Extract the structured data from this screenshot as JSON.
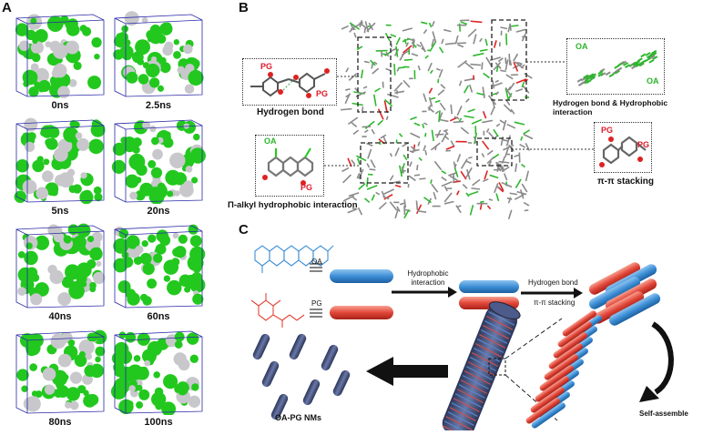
{
  "panels": {
    "a": "A",
    "b": "B",
    "c": "C"
  },
  "panel_a": {
    "times": [
      "0ns",
      "2.5ns",
      "5ns",
      "20ns",
      "40ns",
      "60ns",
      "80ns",
      "100ns"
    ],
    "colors": {
      "oa": "#22c81e",
      "pg": "#c8c8cc",
      "box": "#2a2aa8"
    }
  },
  "panel_b": {
    "hbond": {
      "caption": "Hydrogen bond",
      "pg": "PG"
    },
    "hbond_hydrophobic": {
      "caption": "Hydrogen bond & Hydrophobic interaction",
      "oa": "OA"
    },
    "pi_alkyl": {
      "caption": "Π-alkyl hydrophobic interaction",
      "oa": "OA",
      "pg": "PG"
    },
    "pi_pi": {
      "caption": "π-π stacking",
      "pg": "PG"
    }
  },
  "panel_c": {
    "oa_label": "OA",
    "pg_label": "PG",
    "step1": "Hydrophobic interaction",
    "step2a": "Hydrogen bond",
    "step2b": "π-π stacking",
    "self_assemble": "Self-assemble",
    "product": "OA-PG NMs",
    "colors": {
      "oa": "#3d8fd6",
      "pg": "#e2473a"
    }
  }
}
